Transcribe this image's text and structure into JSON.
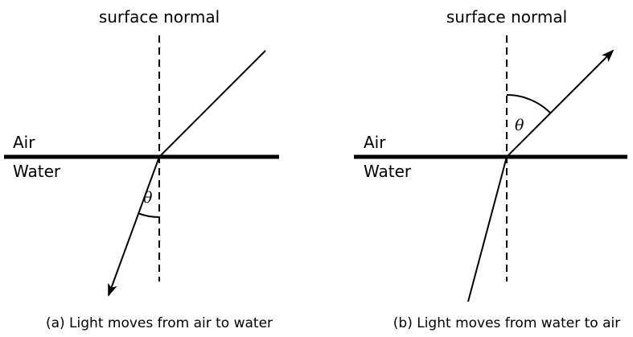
{
  "colors": {
    "ink": "#000000",
    "background": "#ffffff"
  },
  "panels": [
    {
      "normal_label": "surface normal",
      "upper_medium": "Air",
      "lower_medium": "Water",
      "angle_symbol": "θ",
      "caption": "(a) Light moves from air to water",
      "direction": "incoming-from-air"
    },
    {
      "normal_label": "surface normal",
      "upper_medium": "Air",
      "lower_medium": "Water",
      "angle_symbol": "θ",
      "caption": "(b) Light moves from water to air",
      "direction": "incoming-from-water"
    }
  ]
}
